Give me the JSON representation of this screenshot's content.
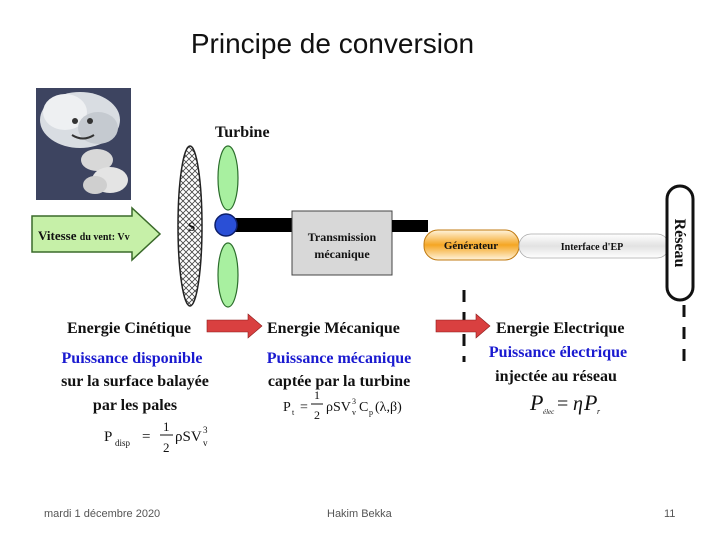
{
  "slide": {
    "title": "Principe de conversion",
    "footer_date": "mardi 1 décembre 2020",
    "footer_author": "Hakim Bekka",
    "footer_page": "11"
  },
  "diagram": {
    "wind_label_main": "Vitesse",
    "wind_label_rest": "du vent: Vv",
    "turbine_label": "Turbine",
    "s_label": "S",
    "transmission_line1": "Transmission",
    "transmission_line2": "mécanique",
    "generator_label": "Générateur",
    "interface_label": "Interface d'EP",
    "grid_label": "Réseau",
    "energy_kinetic": "Energie Cinétique",
    "energy_mechanic": "Energie Mécanique",
    "energy_electric": "Energie Electrique",
    "power_available_lines": [
      "Puissance disponible",
      "sur la surface balayée",
      "par les pales"
    ],
    "power_mechanic_lines": [
      "Puissance mécanique",
      "captée par la turbine"
    ],
    "power_electric_lines": [
      "Puissance électrique",
      "injectée au réseau"
    ]
  },
  "colors": {
    "wind_arrow": "#c6f0a8",
    "blade_green": "#a8f0a0",
    "hub_blue": "#2a4fd6",
    "generator_orange": "#f5a623",
    "power_blue": "#1a1ad0",
    "red_arrow": "#d94040"
  },
  "icons": {
    "wind_cloud": "wind-cloud-icon"
  }
}
